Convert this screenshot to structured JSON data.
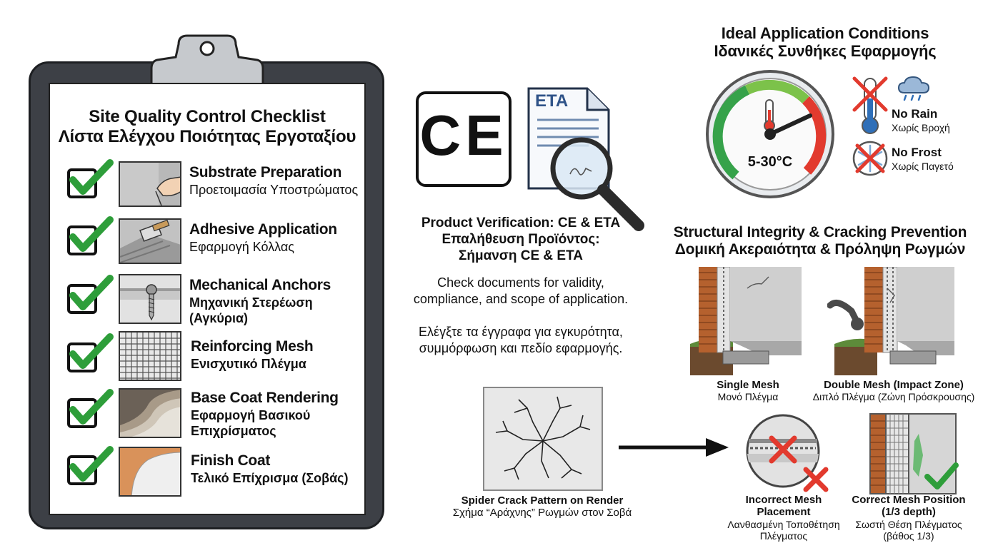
{
  "checklist": {
    "title_en": "Site Quality Control Checklist",
    "title_gr": "Λίστα Ελέγχου Ποιότητας Εργοταξίου",
    "items": [
      {
        "en": "Substrate Preparation",
        "gr": "Προετοιμασία Υποστρώματος",
        "icon": "hand-sanding-icon"
      },
      {
        "en": "Adhesive Application",
        "gr": "Εφαρμογή Κόλλας",
        "icon": "trowel-icon"
      },
      {
        "en": "Mechanical Anchors",
        "gr": "Μηχανική Στερέωση",
        "gr2": "(Αγκύρια)",
        "icon": "anchor-screw-icon"
      },
      {
        "en": "Reinforcing Mesh",
        "gr": "Ενισχυτικό Πλέγμα",
        "icon": "mesh-icon"
      },
      {
        "en": "Base Coat Rendering",
        "gr": "Εφαρμογή Βασικού",
        "gr2": "Επιχρίσματος",
        "icon": "layers-icon"
      },
      {
        "en": "Finish Coat",
        "gr": "Τελικό Επίχρισμα (Σοβάς)",
        "icon": "finish-coat-icon"
      }
    ],
    "check_color": "#2e9e3a"
  },
  "verification": {
    "ce_mark": "CE",
    "eta_label": "ETA",
    "title_en": "Product Verification: CE & ETA",
    "title_gr1": "Επαλήθευση Προϊόντος:",
    "title_gr2": "Σήμανση CE & ETA",
    "desc_en1": "Check documents for validity,",
    "desc_en2": "compliance, and scope of application.",
    "desc_gr1": "Ελέγξτε τα έγγραφα για εγκυρότητα,",
    "desc_gr2": "συμμόρφωση και πεδίο εφαρμογής."
  },
  "conditions": {
    "title_en": "Ideal Application Conditions",
    "title_gr": "Ιδανικές Συνθήκες Εφαρμογής",
    "temp_range": "5-30°C",
    "no_rain_en": "No Rain",
    "no_rain_gr": "Χωρίς Βροχή",
    "no_frost_en": "No Frost",
    "no_frost_gr": "Χωρίς Παγετό"
  },
  "structural": {
    "title_en": "Structural Integrity & Cracking Prevention",
    "title_gr": "Δομική Ακεραιότητα & Πρόληψη Ρωγμών",
    "single_en": "Single Mesh",
    "single_gr": "Μονό Πλέγμα",
    "double_en": "Double Mesh (Impact Zone)",
    "double_gr": "Διπλό Πλέγμα (Ζώνη Πρόσκρουσης)"
  },
  "cracks": {
    "spider_en": "Spider Crack Pattern on Render",
    "spider_gr": "Σχήμα “Αράχνης” Ρωγμών στον Σοβά",
    "incorrect_en1": "Incorrect Mesh",
    "incorrect_en2": "Placement",
    "incorrect_gr1": "Λανθασμένη Τοποθέτηση",
    "incorrect_gr2": "Πλέγματος",
    "correct_en1": "Correct Mesh Position",
    "correct_en2": "(1/3 depth)",
    "correct_gr1": "Σωστή Θέση Πλέγματος",
    "correct_gr2": "(βάθος 1/3)"
  }
}
